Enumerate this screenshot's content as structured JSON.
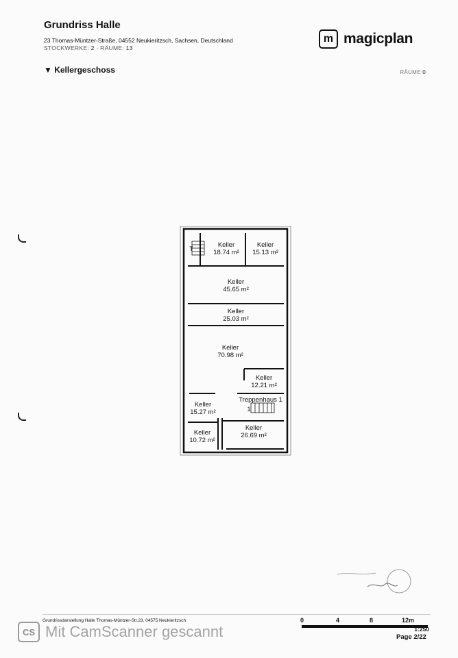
{
  "header": {
    "title": "Grundriss Halle",
    "address": "23 Thomas-Müntzer-Straße, 04552 Neukieritzsch, Sachsen, Deutschland",
    "floors_label": "STOCKWERKE:",
    "floors_value": "2",
    "rooms_label": "RÄUME:",
    "rooms_value": "13",
    "logo_mark": "m",
    "logo_text": "magicplan"
  },
  "floor_section": {
    "name": "▼ Kellergeschoss",
    "rooms_label": "RÄUME",
    "rooms_value": "0"
  },
  "plan": {
    "rooms": [
      {
        "name": "Keller",
        "area": "18.74 m²"
      },
      {
        "name": "Keller",
        "area": "15.13 m²"
      },
      {
        "name": "Keller",
        "area": "45.65 m²"
      },
      {
        "name": "Keller",
        "area": "25.03 m²"
      },
      {
        "name": "Keller",
        "area": "70.98 m²"
      },
      {
        "name": "Keller",
        "area": "12.21 m²"
      },
      {
        "name": "Keller",
        "area": "15.27 m²"
      },
      {
        "name": "Treppenhaus 1",
        "area": "1"
      },
      {
        "name": "Keller",
        "area": "10.72 m²"
      },
      {
        "name": "Keller",
        "area": "26.69 m²"
      }
    ],
    "small_label": "T"
  },
  "footer": {
    "caption": "Grundrissdarstellung Halle Thomas-Müntzer-Str.23, 04575 Neukieritzsch",
    "scale_ticks": [
      "0",
      "4",
      "8",
      "12m"
    ],
    "scale_ratio": "1:250",
    "page": "Page 2/22"
  },
  "watermark": {
    "badge": "CS",
    "text": "Mit CamScanner gescannt"
  }
}
